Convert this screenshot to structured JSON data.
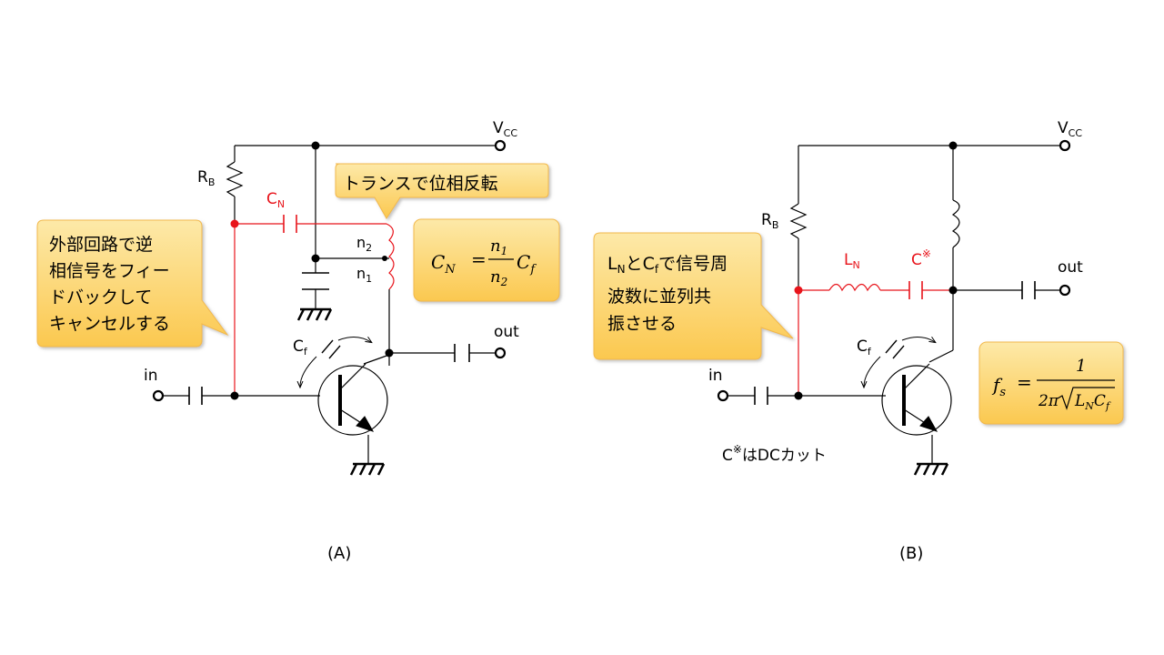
{
  "panel_a": {
    "vcc": "V",
    "vcc_sub": "CC",
    "rb": "R",
    "rb_sub": "B",
    "cn": "C",
    "cn_sub": "N",
    "n2": "n",
    "n2_sub": "2",
    "n1": "n",
    "n1_sub": "1",
    "cf": "C",
    "cf_sub": "f",
    "in": "in",
    "out": "out",
    "callout_top": "トランスで位相反転",
    "callout_left": [
      "外部回路で逆",
      "相信号をフィー",
      "ドバックして",
      "キャンセルする"
    ],
    "formula": {
      "lhs": "C",
      "lhs_sub": "N",
      "num": "n",
      "num_sub": "1",
      "den": "n",
      "den_sub": "2",
      "rhs": "C",
      "rhs_sub": "f"
    },
    "caption": "(A)"
  },
  "panel_b": {
    "vcc": "V",
    "vcc_sub": "CC",
    "rb": "R",
    "rb_sub": "B",
    "ln": "L",
    "ln_sub": "N",
    "c": "C",
    "c_sup": "※",
    "cf": "C",
    "cf_sub": "f",
    "in": "in",
    "out": "out",
    "callout_left": [
      "L",
      "N",
      "とC",
      "f",
      "で信号周",
      "波数に並列共",
      "振させる"
    ],
    "note": "C",
    "note_sup": "※",
    "note_rest": "はDCカット",
    "formula": {
      "lhs": "f",
      "lhs_sub": "s",
      "num": "1",
      "den_pre": "2π",
      "den_l": "L",
      "den_l_sub": "N",
      "den_c": "C",
      "den_c_sub": "f"
    },
    "caption": "(B)"
  },
  "colors": {
    "wire": "#000000",
    "red": "#e8141b",
    "callout_fill": "#fcd36a",
    "callout_stroke": "#f2b84b"
  }
}
